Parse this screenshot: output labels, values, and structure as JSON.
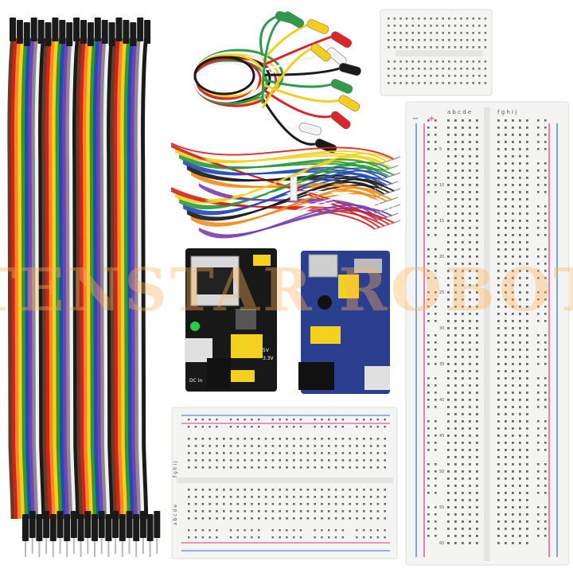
{
  "watermark": {
    "text": "TENSTAR ROBOT"
  },
  "colors": {
    "wire_rainbow": [
      "#6b3a1f",
      "#d62020",
      "#f28c1a",
      "#f2d21e",
      "#2a9a3a",
      "#2449b8",
      "#7a3fb0",
      "#8a8a8a",
      "#f0f0f0",
      "#1a1a1a"
    ],
    "board_white": "#f4f4f2",
    "rail_red": "#e0348a",
    "rail_blue": "#2f6fd0",
    "pcb_black": "#181818",
    "pcb_blue": "#2a3f8f",
    "clip_red": "#d8262b",
    "clip_yellow": "#f3cf1c",
    "clip_green": "#2f9a4a",
    "clip_black": "#1a1a1a",
    "clip_white": "#f2f2f2"
  },
  "breadboard_labels": {
    "row_letters_left": "a b c d e",
    "row_letters_right": "f g h i j",
    "numbers": [
      "5",
      "10",
      "15",
      "20",
      "25",
      "30",
      "35",
      "40",
      "45",
      "50",
      "55",
      "60"
    ],
    "plus": "+",
    "minus": "−"
  },
  "power_module": {
    "silk_5v": "5V",
    "silk_3v3": "3.3V",
    "silk_dcin": "DC in"
  },
  "icons": [
    "dupont-ribbon-icon",
    "alligator-clip-icon",
    "jumper-wire-icon",
    "breadboard-icon",
    "power-module-icon"
  ]
}
